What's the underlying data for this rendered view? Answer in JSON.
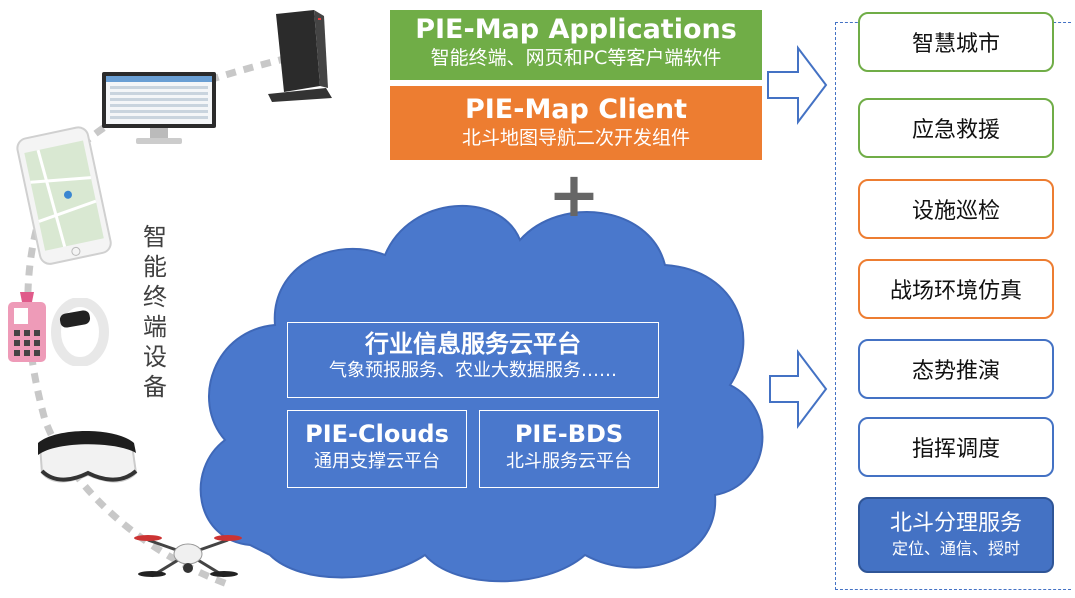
{
  "top_products": {
    "applications": {
      "title": "PIE-Map Applications",
      "subtitle": "智能终端、网页和PC等客户端软件"
    },
    "client": {
      "title": "PIE-Map Client",
      "subtitle": "北斗地图导航二次开发组件"
    }
  },
  "plus_symbol": "+",
  "cloud": {
    "industry": {
      "title": "行业信息服务云平台",
      "subtitle": "气象预报服务、农业大数据服务……"
    },
    "clouds": {
      "title": "PIE-Clouds",
      "subtitle": "通用支撑云平台"
    },
    "bds": {
      "title": "PIE-BDS",
      "subtitle": "北斗服务云平台"
    }
  },
  "devices_label": [
    "智",
    "能",
    "终",
    "端",
    "设",
    "备"
  ],
  "devices": [
    "router-icon",
    "desktop-monitor-icon",
    "smartphone-icon",
    "id-badge-icon",
    "wristband-icon",
    "vr-headset-icon",
    "drone-icon"
  ],
  "applications_list": [
    {
      "label": "智慧城市",
      "style": "green"
    },
    {
      "label": "应急救援",
      "style": "green"
    },
    {
      "label": "设施巡检",
      "style": "orange"
    },
    {
      "label": "战场环境仿真",
      "style": "orange"
    },
    {
      "label": "态势推演",
      "style": "blue"
    },
    {
      "label": "指挥调度",
      "style": "blue"
    }
  ],
  "featured_service": {
    "title": "北斗分理服务",
    "subtitle": "定位、通信、授时"
  },
  "colors": {
    "green": "#70ad47",
    "orange": "#ed7d31",
    "blue": "#4472c4",
    "cloud": "#4a78cc"
  }
}
